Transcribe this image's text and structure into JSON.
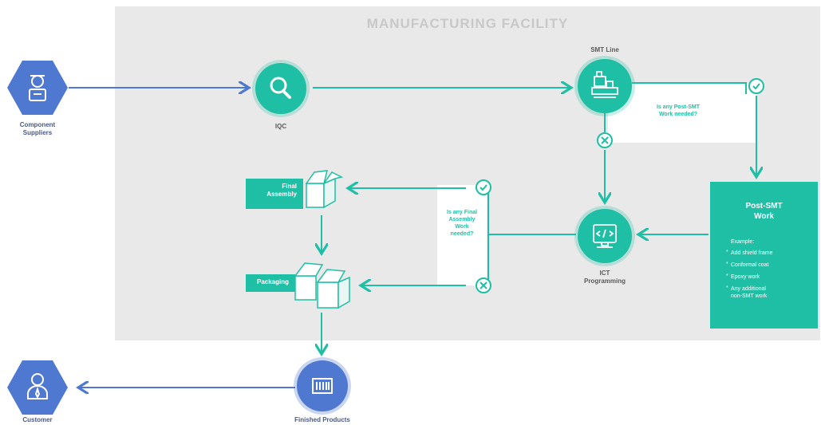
{
  "facility": {
    "title": "MANUFACTURING FACILITY"
  },
  "nodes": {
    "component_suppliers": "Component\nSuppliers",
    "iqc": "IQC",
    "smt_line": "SMT Line",
    "ict_programming": "ICT\nProgramming",
    "final_assembly": "Final\nAssembly",
    "packaging": "Packaging",
    "finished_products": "Finished Products",
    "customer": "Customer"
  },
  "questions": {
    "post_smt": "Is any Post-SMT\nWork needed?",
    "final_assembly": "Is any Final\nAssembly\nWork\nneeded?"
  },
  "post_smt_work": {
    "title": "Post-SMT\nWork",
    "example_label": "Example:",
    "items": [
      "Add shield frame",
      "Conformal coat",
      "Epoxy work",
      "Any additional\nnon-SMT work"
    ]
  },
  "colors": {
    "teal": "#1fbfa5",
    "blue": "#4f78d0",
    "facility_bg": "#e9e9e9"
  }
}
